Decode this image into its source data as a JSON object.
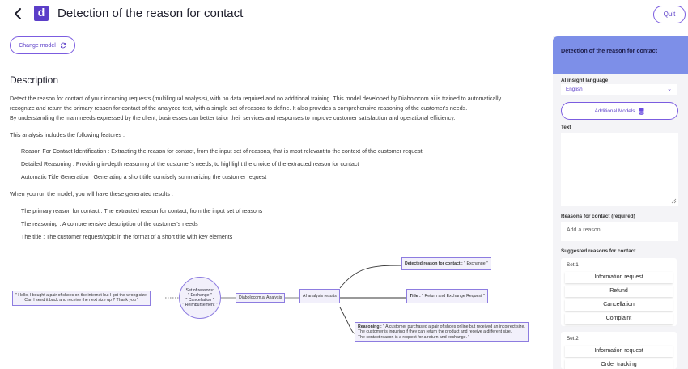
{
  "header": {
    "title": "Detection of the reason for contact",
    "logo_letter": "d",
    "quit_label": "Quit"
  },
  "change_model_label": "Change model",
  "description": {
    "heading": "Description",
    "para1": "Detect the reason for contact of your incoming requests (multilingual analysis), with no data required and no additional training. This model developed by Diabolocom.ai is trained to automatically",
    "para2": "recognize and return the primary reason for contact of the analyzed text, with a simple set of reasons to define. It also provides a comprehensive reasoning of the customer's needs.",
    "para3": "By understanding the main needs expressed by the client, businesses can better tailor their services and responses to improve customer satisfaction and operational efficiency.",
    "features_intro": "This analysis includes the following features :",
    "features": [
      "Reason For Contact Identification : Extracting the reason for contact, from the input set of reasons, that is most relevant to the context of the customer request",
      "Detailed Reasoning : Providing in-depth reasoning of the customer's needs, to highlight the choice of the extracted reason for contact",
      "Automatic Title Generation : Generating a short title concisely summarizing the customer request"
    ],
    "results_intro": "When you run the model, you will have these generated results :",
    "results": [
      "The primary reason for contact : The extracted reason for contact, from the input set of reasons",
      "The reasoning : A comprehensive description of the customer's needs",
      "The title : The customer request/topic in the format of a short title with key elements"
    ]
  },
  "diagram": {
    "input_line1": "\" Hello, I bought a pair of shoes on the internet but I got the wrong size.",
    "input_line2": "Can I send it back and receive the next size up ? Thank you \"",
    "set_line1": "Set of reasons:",
    "set_line2": "\" Exchange \"",
    "set_line3": "\" Cancellation \"",
    "set_line4": "\" Reimbursement \"",
    "model_label": "Diabolocom.ai Analysis",
    "results_label": "AI analysis results",
    "out_reason_label": "Detected reason for contact :",
    "out_reason_value": " \" Exchange \"",
    "out_title_label": "Title :",
    "out_title_value": " \" Return and Exchange Request \"",
    "out_reasoning_label": "Reasoning :",
    "out_reasoning_line1": " \" A customer purchased a pair of shoes online but received an incorrect size.",
    "out_reasoning_line2": "The customer is inquiring if they can return the product and receive a different size.",
    "out_reasoning_line3": "The contact reason is a request for a return and exchange. \""
  },
  "panel": {
    "title": "Detection of the reason for contact",
    "language_label": "AI insight language",
    "language_value": "English",
    "additional_models_label": "Additional Models",
    "text_label": "Text",
    "reasons_label": "Reasons for contact (required)",
    "reason_placeholder": "Add a reason",
    "suggested_label": "Suggested reasons for contact",
    "sets": [
      {
        "label": "Set 1",
        "items": [
          "Information request",
          "Refund",
          "Cancellation",
          "Complaint"
        ]
      },
      {
        "label": "Set 2",
        "items": [
          "Information request",
          "Order tracking"
        ]
      }
    ]
  }
}
